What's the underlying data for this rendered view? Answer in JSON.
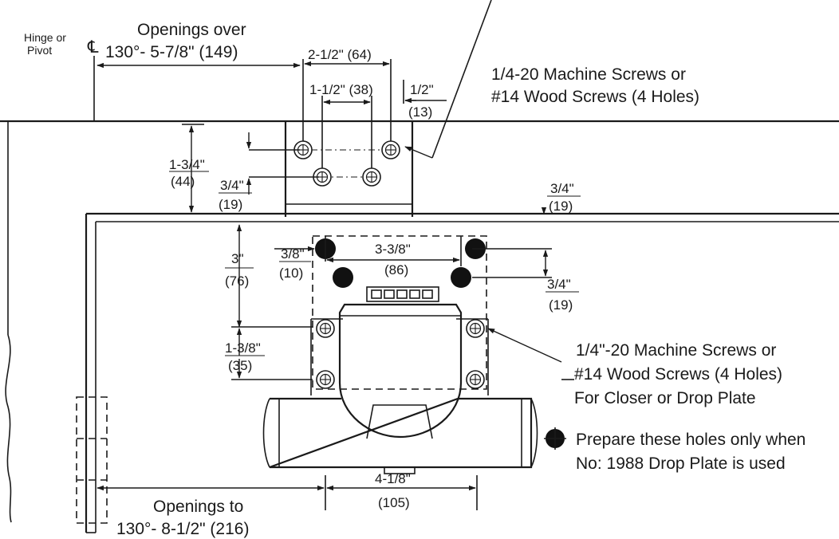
{
  "labels": {
    "hinge": [
      "Hinge or",
      "Pivot"
    ],
    "centerline": "℄",
    "openings_over": [
      "Openings over",
      "130°- 5-7/8\" (149)"
    ],
    "openings_to": [
      "Openings to",
      "130°- 8-1/2\" (216)"
    ],
    "screws_top": [
      "1/4-20 Machine Screws or",
      "#14 Wood Screws (4 Holes)"
    ],
    "screws_bottom": [
      "1/4\"-20 Machine Screws or",
      "#14 Wood Screws (4 Holes)",
      "For Closer or Drop Plate"
    ],
    "legend": [
      "Prepare these holes only when",
      "No: 1988 Drop Plate is used"
    ]
  },
  "dimensions": {
    "d_2_1_2": "2-1/2\" (64)",
    "d_1_1_2": "1-1/2\" (38)",
    "d_1_2": [
      "1/2\"",
      "(13)"
    ],
    "d_1_3_4": [
      "1-3/4\"",
      "(44)"
    ],
    "d_3_4_left": [
      "3/4\"",
      "(19)"
    ],
    "d_3_4_right": [
      "3/4\"",
      "(19)"
    ],
    "d_3": [
      "3\"",
      "(76)"
    ],
    "d_3_8": [
      "3/8\"",
      "(10)"
    ],
    "d_3_3_8": [
      "3-3/8\"",
      "(86)"
    ],
    "d_3_4_mid": [
      "3/4\"",
      "(19)"
    ],
    "d_1_3_8": [
      "1-3/8\"",
      "(35)"
    ],
    "d_4_1_8": [
      "4-1/8\"",
      "(105)"
    ]
  }
}
